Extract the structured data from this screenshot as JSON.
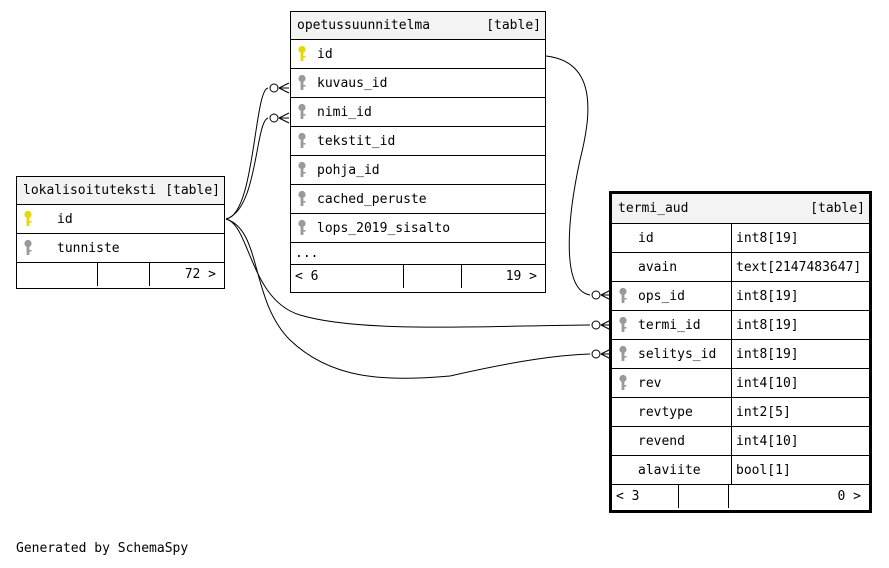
{
  "tables": {
    "lokalisoituteksti": {
      "name": "lokalisoituteksti",
      "tag": "[table]",
      "columns": [
        {
          "name": "id",
          "key": "primary"
        },
        {
          "name": "tunniste",
          "key": "foreign"
        }
      ],
      "footer": {
        "left": "",
        "middle": "",
        "right": "72 >"
      }
    },
    "opetussuunnitelma": {
      "name": "opetussuunnitelma",
      "tag": "[table]",
      "columns": [
        {
          "name": "id",
          "key": "primary"
        },
        {
          "name": "kuvaus_id",
          "key": "foreign"
        },
        {
          "name": "nimi_id",
          "key": "foreign"
        },
        {
          "name": "tekstit_id",
          "key": "foreign"
        },
        {
          "name": "pohja_id",
          "key": "foreign"
        },
        {
          "name": "cached_peruste",
          "key": "foreign"
        },
        {
          "name": "lops_2019_sisalto",
          "key": "foreign"
        }
      ],
      "more": "...",
      "footer": {
        "left": "< 6",
        "middle": "",
        "right": "19 >"
      }
    },
    "termi_aud": {
      "name": "termi_aud",
      "tag": "[table]",
      "columns": [
        {
          "name": "id",
          "type": "int8[19]",
          "key": "none"
        },
        {
          "name": "avain",
          "type": "text[2147483647]",
          "key": "none"
        },
        {
          "name": "ops_id",
          "type": "int8[19]",
          "key": "foreign"
        },
        {
          "name": "termi_id",
          "type": "int8[19]",
          "key": "foreign"
        },
        {
          "name": "selitys_id",
          "type": "int8[19]",
          "key": "foreign"
        },
        {
          "name": "rev",
          "type": "int4[10]",
          "key": "foreign"
        },
        {
          "name": "revtype",
          "type": "int2[5]",
          "key": "none"
        },
        {
          "name": "revend",
          "type": "int4[10]",
          "key": "none"
        },
        {
          "name": "alaviite",
          "type": "bool[1]",
          "key": "none"
        }
      ],
      "footer": {
        "left": "< 3",
        "middle": "",
        "right": "0 >"
      }
    }
  },
  "colors": {
    "primary_key": "#e6d800",
    "foreign_key": "#9a9a9a"
  },
  "footer_text": "Generated by SchemaSpy"
}
